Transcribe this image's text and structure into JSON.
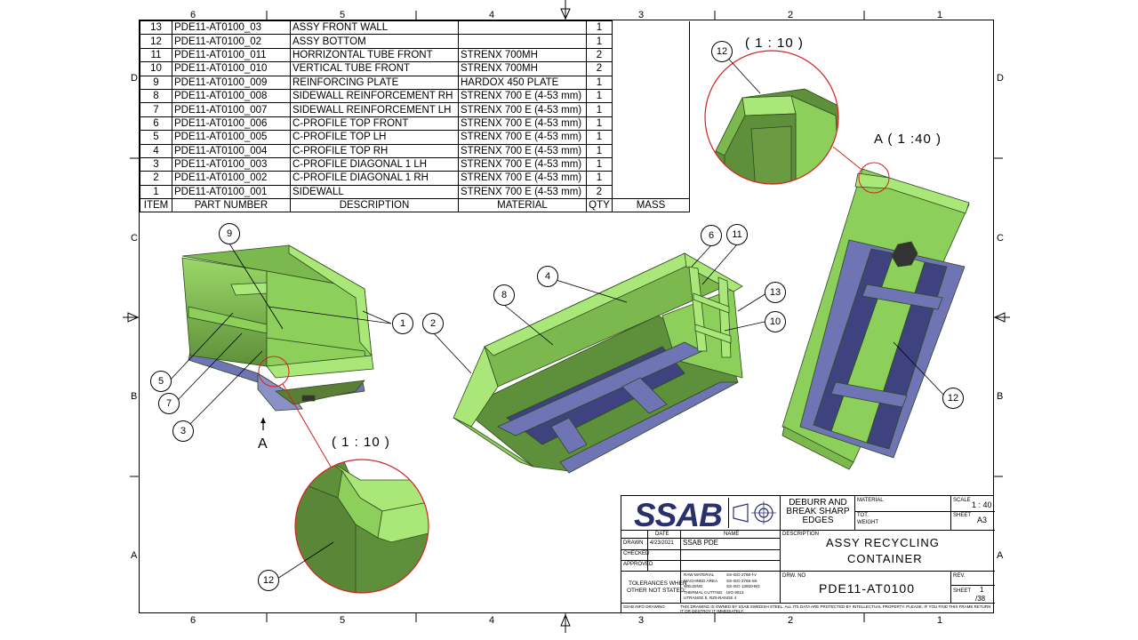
{
  "zones": {
    "top": [
      "6",
      "5",
      "4",
      "3",
      "2",
      "1"
    ],
    "bottom": [
      "6",
      "5",
      "4",
      "3",
      "2",
      "1"
    ],
    "left": [
      "D",
      "C",
      "B",
      "A"
    ],
    "right": [
      "D",
      "C",
      "B",
      "A"
    ]
  },
  "bom": {
    "rows": [
      {
        "item": "13",
        "part": "PDE11-AT0100_03",
        "desc": "ASSY FRONT WALL",
        "material": "",
        "qty": "1"
      },
      {
        "item": "12",
        "part": "PDE11-AT0100_02",
        "desc": "ASSY BOTTOM",
        "material": "",
        "qty": "1"
      },
      {
        "item": "11",
        "part": "PDE11-AT0100_011",
        "desc": "HORRIZONTAL TUBE FRONT",
        "material": "STRENX 700MH",
        "qty": "2"
      },
      {
        "item": "10",
        "part": "PDE11-AT0100_010",
        "desc": "VERTICAL TUBE FRONT",
        "material": "STRENX 700MH",
        "qty": "2"
      },
      {
        "item": "9",
        "part": "PDE11-AT0100_009",
        "desc": "REINFORCING PLATE",
        "material": "HARDOX 450 PLATE",
        "qty": "1"
      },
      {
        "item": "8",
        "part": "PDE11-AT0100_008",
        "desc": "SIDEWALL REINFORCEMENT RH",
        "material": "STRENX 700 E (4-53 mm)",
        "qty": "1"
      },
      {
        "item": "7",
        "part": "PDE11-AT0100_007",
        "desc": "SIDEWALL REINFORCEMENT LH",
        "material": "STRENX 700 E (4-53 mm)",
        "qty": "1"
      },
      {
        "item": "6",
        "part": "PDE11-AT0100_006",
        "desc": "C-PROFILE TOP FRONT",
        "material": "STRENX 700 E (4-53 mm)",
        "qty": "1"
      },
      {
        "item": "5",
        "part": "PDE11-AT0100_005",
        "desc": "C-PROFILE TOP LH",
        "material": "STRENX 700 E (4-53 mm)",
        "qty": "1"
      },
      {
        "item": "4",
        "part": "PDE11-AT0100_004",
        "desc": "C-PROFILE TOP RH",
        "material": "STRENX 700 E (4-53 mm)",
        "qty": "1"
      },
      {
        "item": "3",
        "part": "PDE11-AT0100_003",
        "desc": "C-PROFILE DIAGONAL 1 LH",
        "material": "STRENX 700 E (4-53 mm)",
        "qty": "1"
      },
      {
        "item": "2",
        "part": "PDE11-AT0100_002",
        "desc": "C-PROFILE DIAGONAL 1 RH",
        "material": "STRENX 700 E (4-53 mm)",
        "qty": "1"
      },
      {
        "item": "1",
        "part": "PDE11-AT0100_001",
        "desc": "SIDEWALL",
        "material": "STRENX 700 E (4-53 mm)",
        "qty": "2"
      }
    ],
    "headers": {
      "item": "ITEM",
      "part": "PART NUMBER",
      "desc": "DESCRIPTION",
      "material": "MATERIAL",
      "qty": "QTY",
      "mass": "MASS"
    }
  },
  "views": {
    "detail_top_scale": "( 1 : 10 )",
    "detail_bottom_scale": "( 1 : 10 )",
    "view_a_scale": "A ( 1 :40 )",
    "view_arrow_label": "A"
  },
  "balloons": [
    "9",
    "1",
    "2",
    "5",
    "7",
    "3",
    "8",
    "4",
    "6",
    "11",
    "13",
    "10",
    "12",
    "12",
    "12"
  ],
  "title_block": {
    "logo": "SSAB",
    "deburr": "DEBURR AND BREAK SHARP EDGES",
    "deburr_lines": [
      "DEBURR AND",
      "BREAK SHARP",
      "EDGES"
    ],
    "material_label": "MATERIAL",
    "scale_label": "SCALE",
    "scale_value": "1 : 40",
    "sheet_label": "SHEET",
    "sheet_size": "A3",
    "tot_label": "TOT.",
    "weight_label": "WEIGHT",
    "date_label": "DATE",
    "name_label": "NAME",
    "drawn_label": "DRAWN",
    "drawn_date": "4/23/2021",
    "drawn_name": "SSAB PDE",
    "checked_label": "CHECKED",
    "approved_label": "APPROVED",
    "description_label": "DESCRIPTION",
    "description_1": "ASSY RECYCLING",
    "description_2": "CONTAINER",
    "drw_no_label": "DRW. NO",
    "drw_no": "PDE11-AT0100",
    "rev_label": "REV.",
    "sheet_no_label": "SHEET",
    "sheet_no": "1",
    "sheet_total": "/38",
    "tolerances_1": "TOLERANCES WHEN",
    "tolerances_2": "OTHER NOT STATED:",
    "tol_rows": [
      {
        "k": "RAW MATERIAL",
        "v": "SS-ISO 2768-f-v"
      },
      {
        "k": "MACHINED AREA",
        "v": "SS-ISO 2768-mk"
      },
      {
        "k": "WELDING",
        "v": "SS-ISO 13920-BG"
      },
      {
        "k": "THERMAL CUTTING",
        "v": "ISO 9013"
      },
      {
        "k": "UTRANGE 5, RZ5-RANGE 4",
        "v": ""
      }
    ],
    "footer_left": "SSAB INFO DRAWING",
    "footer_right": "THIS DRAWING IS OWNED BY SSAB SWEDISH STEEL. ALL ITS DATA ARE PROTECTED BY INTELLECTUAL PROPERTY. PLEASE, IF YOU FIND THIS FRAME RETURN IT OR DESTROY IT IMMEDIATELY."
  },
  "colors": {
    "body_green": "#8ccf5a",
    "light_green": "#a9e878",
    "dark_green": "#5e8f3a",
    "frame_blue": "#6f75b4",
    "dark_blue": "#3e427e",
    "logo_blue": "#2a2f6e",
    "detail_red": "#d62020"
  }
}
